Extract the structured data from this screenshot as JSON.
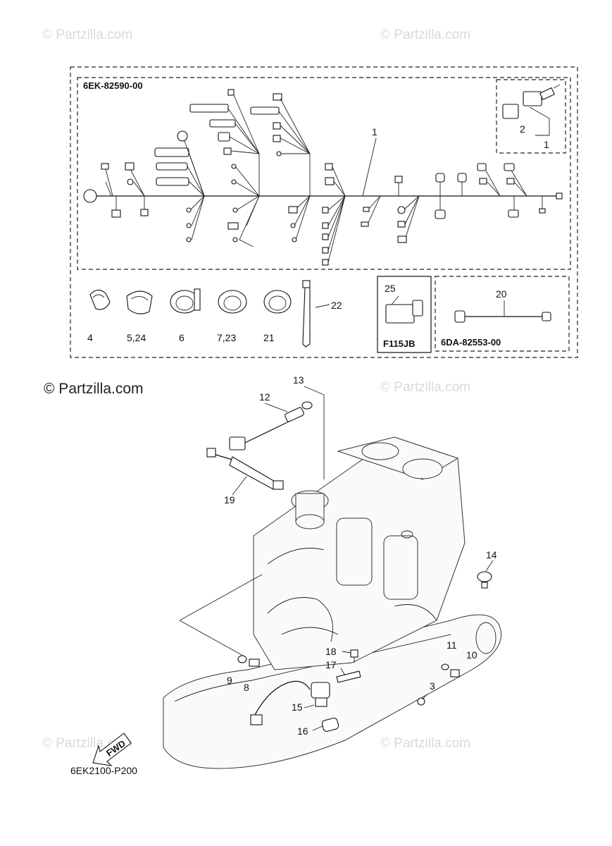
{
  "watermarks": {
    "faint": "© Partzilla.com",
    "main": "© Partzilla.com"
  },
  "kit_codes": {
    "harness_kit": "6EK-82590-00",
    "junction_box": "F115JB",
    "sub_lead_kit": "6DA-82553-00",
    "diagram_code": "6EK2100-P200"
  },
  "fwd_label": "FWD",
  "callouts": {
    "c1": "1",
    "c1b": "1",
    "c2": "2",
    "c3": "3",
    "c4": "4",
    "c524": "5,24",
    "c6": "6",
    "c723": "7,23",
    "c8": "8",
    "c9": "9",
    "c10": "10",
    "c11": "11",
    "c12": "12",
    "c13": "13",
    "c14": "14",
    "c15": "15",
    "c16": "16",
    "c17": "17",
    "c18": "18",
    "c19": "19",
    "c20": "20",
    "c21": "21",
    "c22": "22",
    "c25": "25"
  },
  "colors": {
    "line": "#111111",
    "watermark": "#d9d9d9"
  }
}
